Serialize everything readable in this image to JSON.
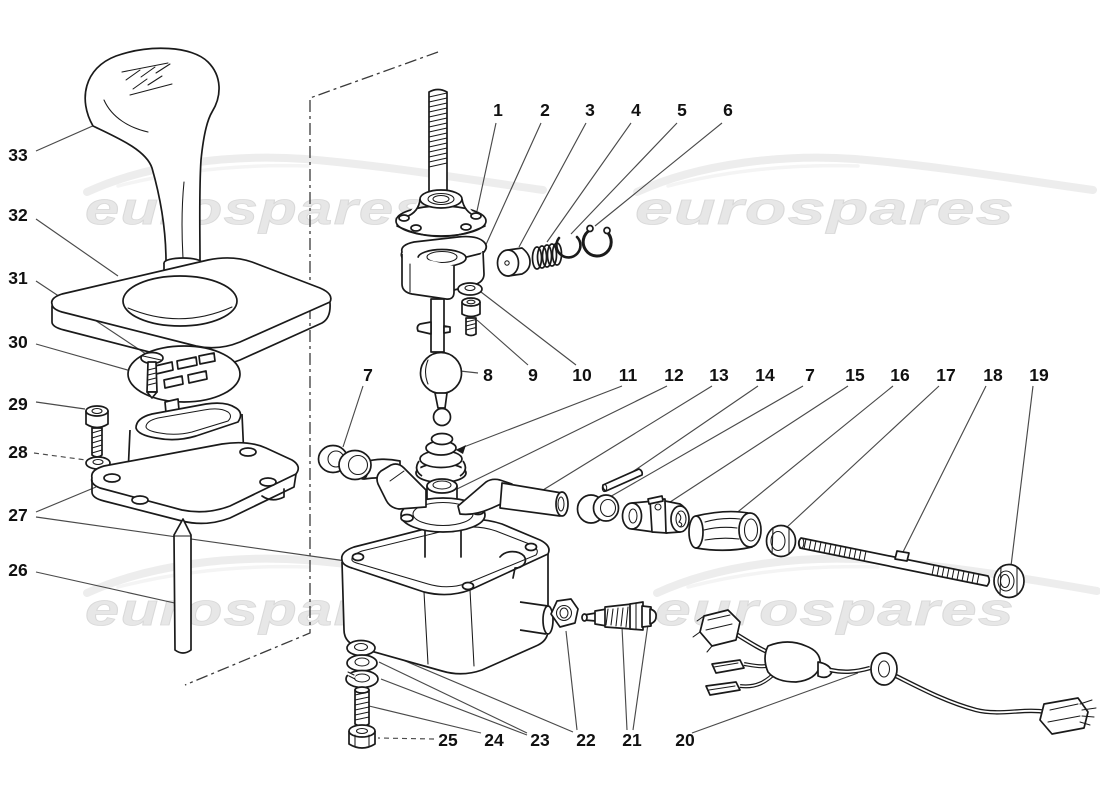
{
  "watermark": {
    "text": "eurospares"
  },
  "callouts": {
    "top_row": [
      "1",
      "2",
      "3",
      "4",
      "5",
      "6"
    ],
    "middle_row": [
      "7",
      "8",
      "9",
      "10",
      "11",
      "12",
      "13",
      "14",
      "7",
      "15",
      "16",
      "17",
      "18",
      "19"
    ],
    "left_column": [
      "33",
      "32",
      "31",
      "30",
      "29",
      "28",
      "27",
      "26"
    ],
    "bottom_row": [
      "25",
      "24",
      "23",
      "22",
      "21",
      "20"
    ]
  },
  "colors": {
    "line": "#1a1a1a",
    "leader": "#4a4a4a",
    "watermark_text": "#e7e7e7",
    "background": "#ffffff"
  }
}
